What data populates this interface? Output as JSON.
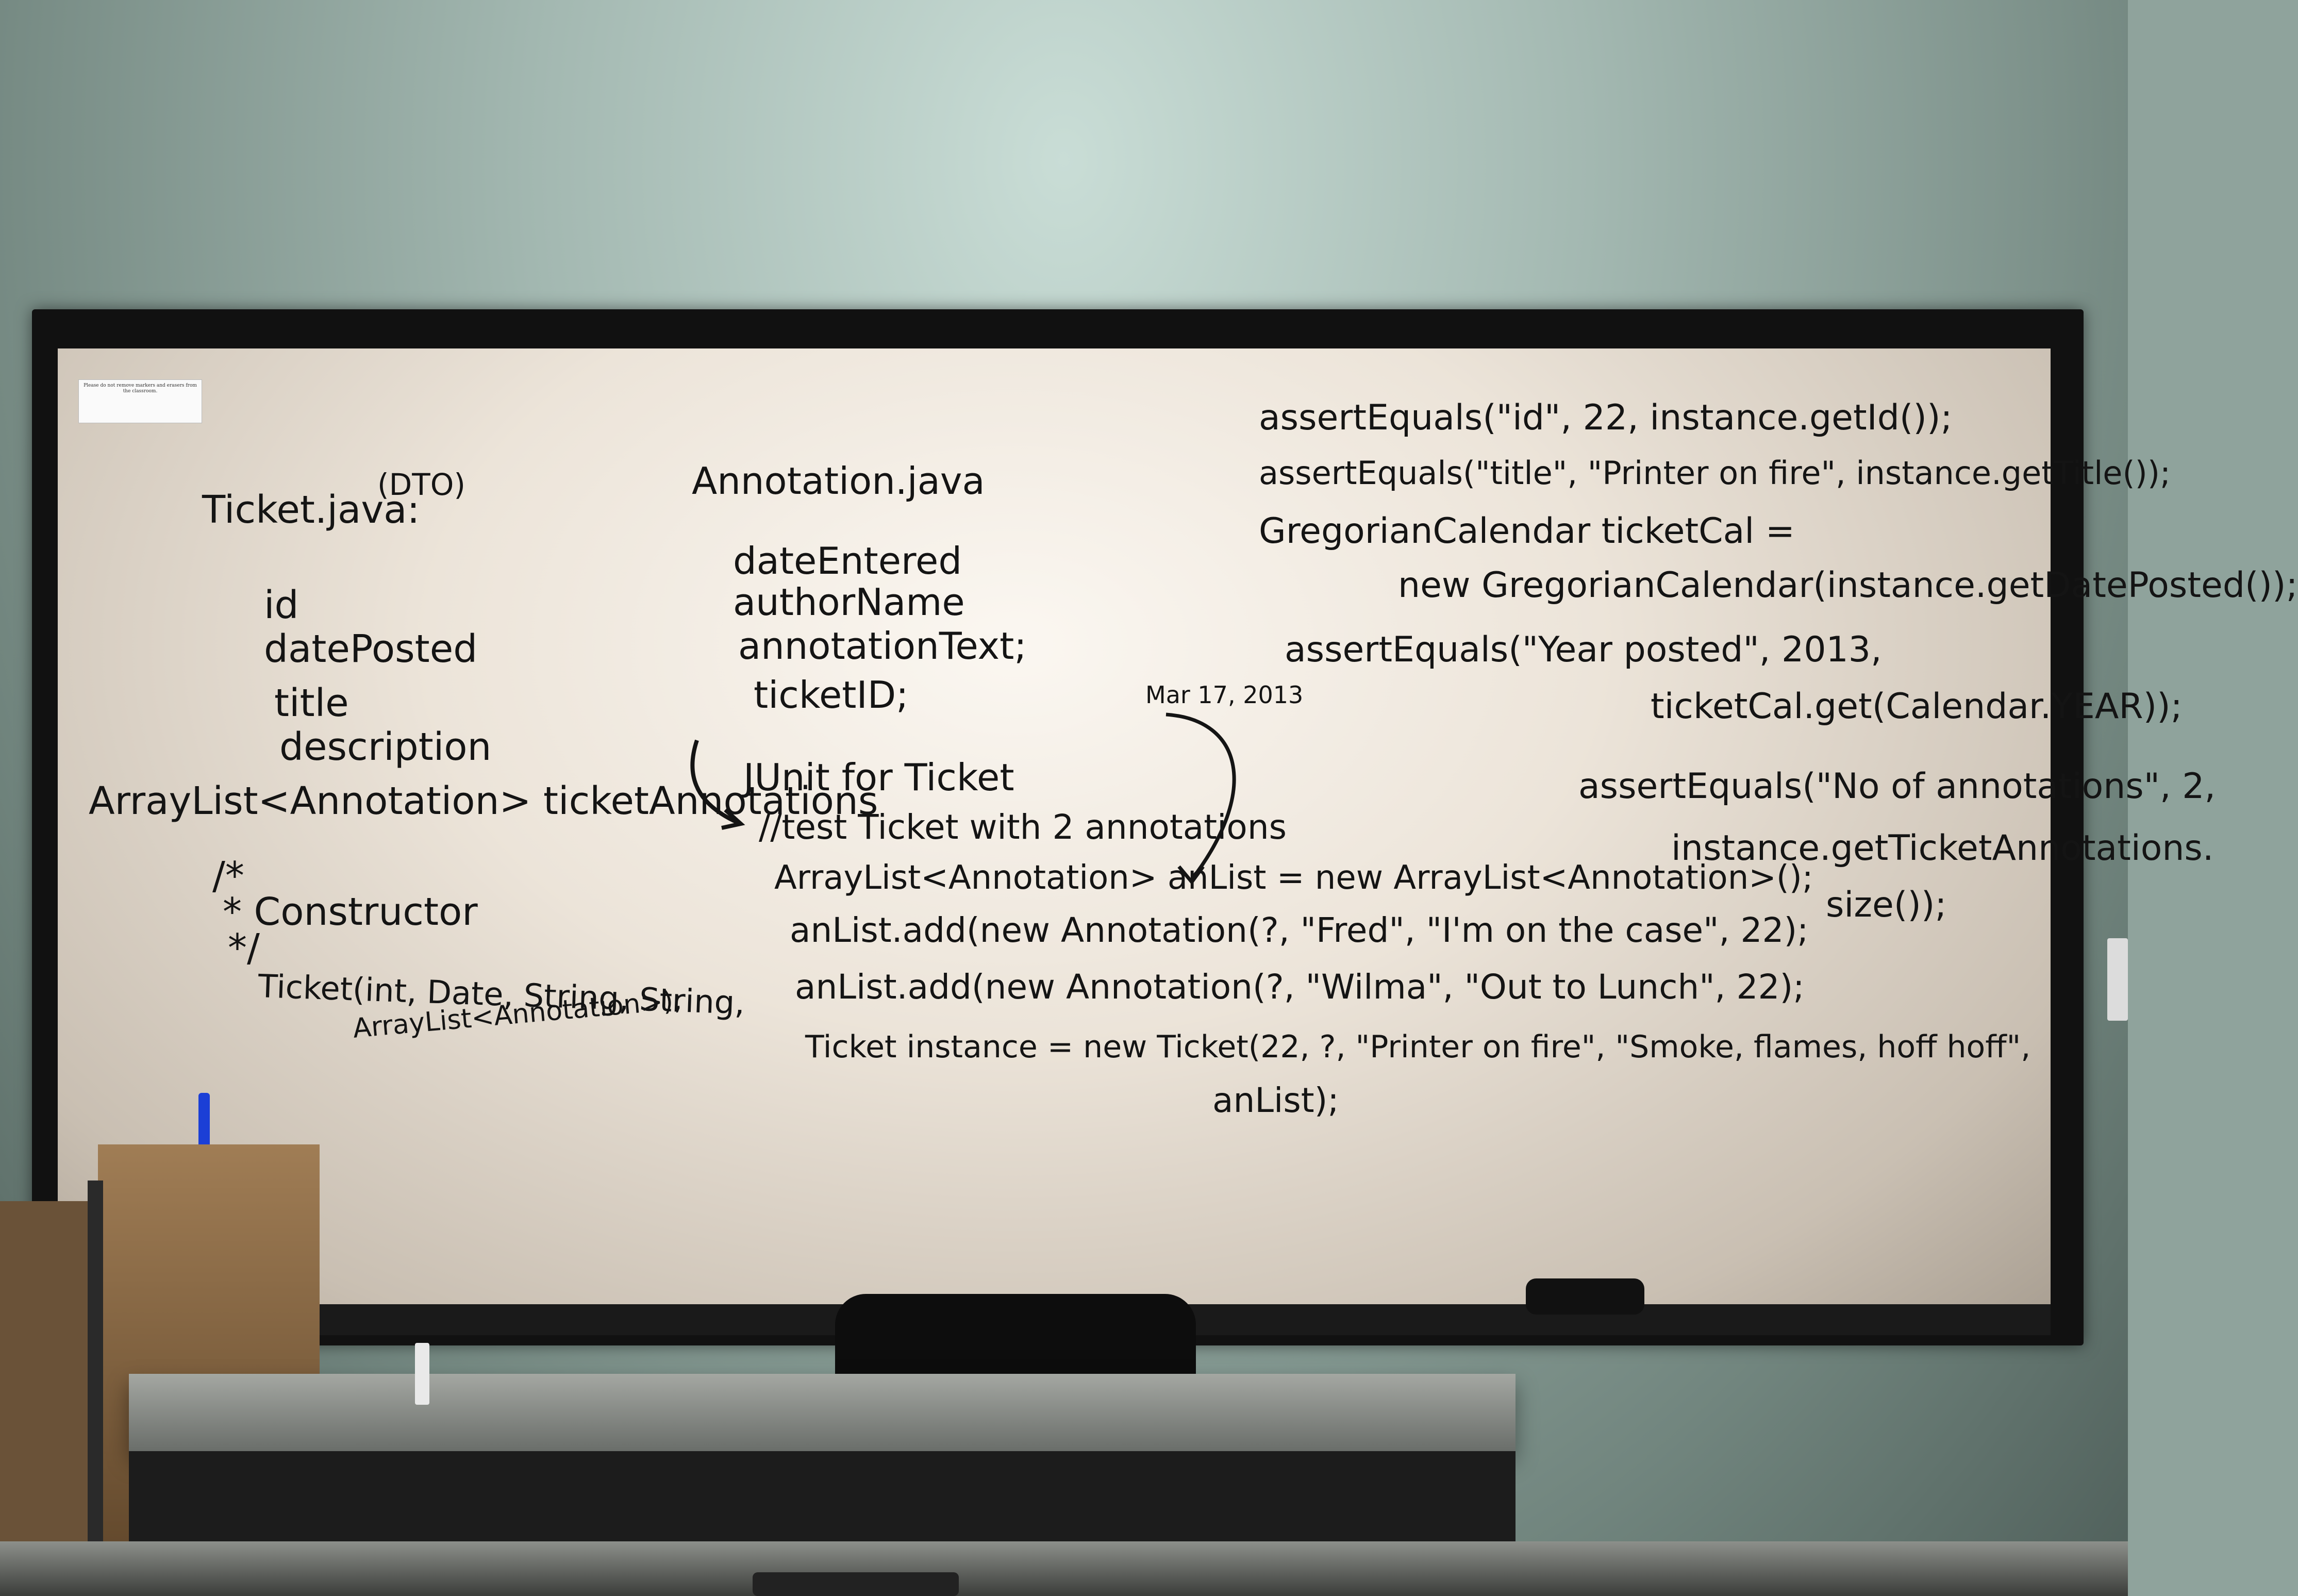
{
  "notice": "Please do not remove markers and erasers from the classroom.",
  "left_column": {
    "heading": "Ticket.java:",
    "tag": "(DTO)",
    "fields": [
      "id",
      "datePosted",
      "title",
      "description"
    ],
    "list_field": "ArrayList<Annotation> ticketAnnotations",
    "comment_open": "/*",
    "comment_body": "* Constructor",
    "comment_close": "*/",
    "ctor_line1": "Ticket(int, Date, String, String,",
    "ctor_line2": "ArrayList<Annotation>);"
  },
  "middle_column": {
    "heading": "Annotation.java",
    "fields": [
      "dateEntered",
      "authorName",
      "annotationText;",
      "ticketID;"
    ],
    "date_note": "Mar 17, 2013",
    "junit_title": "JUnit for Ticket",
    "code": [
      "//test Ticket with 2 annotations",
      "ArrayList<Annotation> anList = new ArrayList<Annotation>();",
      "anList.add(new Annotation(?, \"Fred\", \"I'm on the case\", 22);",
      "anList.add(new Annotation(?, \"Wilma\", \"Out to Lunch\", 22);",
      "Ticket instance = new Ticket(22, ?, \"Printer on fire\", \"Smoke, flames, hoff hoff\",",
      "anList);"
    ]
  },
  "right_column": {
    "code": [
      "assertEquals(\"id\", 22, instance.getId());",
      "assertEquals(\"title\", \"Printer on fire\", instance.getTitle());",
      "GregorianCalendar ticketCal =",
      "new GregorianCalendar(instance.getDatePosted());",
      "assertEquals(\"Year posted\", 2013,",
      "ticketCal.get(Calendar.YEAR));",
      "assertEquals(\"No of annotations\", 2,",
      "instance.getTicketAnnotations.",
      "size());"
    ]
  },
  "colors": {
    "ink": "#141414",
    "wall": "#a3b8b1",
    "board": "#f3ede4"
  }
}
